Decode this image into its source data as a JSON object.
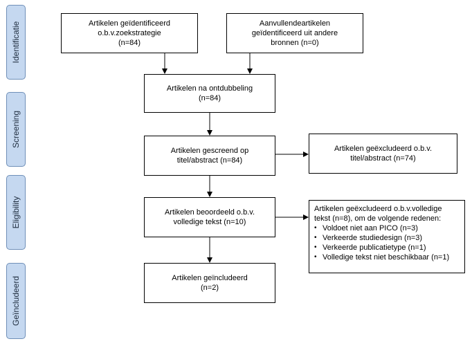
{
  "phases": [
    {
      "id": "identificatie",
      "label": "Identificatie"
    },
    {
      "id": "screening",
      "label": "Screening"
    },
    {
      "id": "eligibility",
      "label": "Eligibility"
    },
    {
      "id": "geincludeerd",
      "label": "Geïncludeerd"
    }
  ],
  "boxes": {
    "identified_search": "Artikelen geïdentificeerd\no.b.v.zoekstrategie\n(n=84)",
    "identified_other": "Aanvullendeartikelen\ngeïdentificeerd uit andere\nbronnen (n=0)",
    "deduplicated": "Artikelen na ontdubbeling\n(n=84)",
    "screened": "Artikelen gescreend op\ntitel/abstract (n=84)",
    "excluded_title": "Artikelen geëxcludeerd o.b.v.\ntitel/abstract (n=74)",
    "assessed": "Artikelen beoordeeld o.b.v.\nvolledige tekst (n=10)",
    "excluded_fulltext": {
      "intro": "Artikelen geëxcludeerd o.b.v.volledige\ntekst (n=8), om de volgende redenen:",
      "reasons": [
        "Voldoet niet aan PICO (n=3)",
        "Verkeerde studiedesign (n=3)",
        "Verkeerde publicatietype (n=1)",
        "Volledige tekst niet beschikbaar (n=1)"
      ]
    },
    "included": "Artikelen geïncludeerd\n(n=2)"
  },
  "bullet_glyph": "•"
}
